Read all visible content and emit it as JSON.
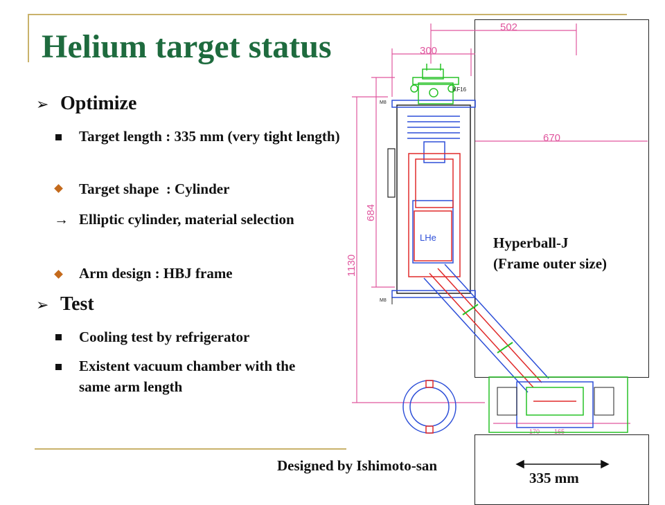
{
  "title": "Helium target status",
  "sections": [
    {
      "heading": "Optimize",
      "items": [
        {
          "marker": "square",
          "text": "Target length : 335 mm (very tight length)"
        },
        {
          "marker": "diamond",
          "text": "Target shape  : Cylinder"
        },
        {
          "marker": "arrow",
          "glyph": "→",
          "text": "Elliptic cylinder, material selection"
        },
        {
          "marker": "diamond",
          "text": "Arm design : HBJ frame"
        }
      ]
    },
    {
      "heading": "Test",
      "items": [
        {
          "marker": "square",
          "text": "Cooling test by refrigerator"
        },
        {
          "marker": "square",
          "text": "Existent vacuum chamber with the same arm length"
        }
      ]
    }
  ],
  "heading_marker": "➢",
  "diagram": {
    "frame_label_line1": "Hyperball-J",
    "frame_label_line2": "(Frame outer size)",
    "designer": "Designed by Ishimoto-san",
    "length_label": "335 mm",
    "dimensions": {
      "d502": "502",
      "d300": "300",
      "d670": "670",
      "d684": "684",
      "d1130": "1130",
      "d170": "170",
      "d165": "165"
    },
    "drawing_labels": {
      "lhe": "LHe",
      "kf": "KF16",
      "m8_top": "M8",
      "m8_bottom": "M8"
    }
  },
  "colors": {
    "title": "#1e6b3e",
    "rule": "#c9b26a",
    "dimension": "#e0569e",
    "drawing_blue": "#2d4fd8",
    "drawing_red": "#e02a2a",
    "drawing_green": "#27c227",
    "drawing_black": "#222222"
  }
}
